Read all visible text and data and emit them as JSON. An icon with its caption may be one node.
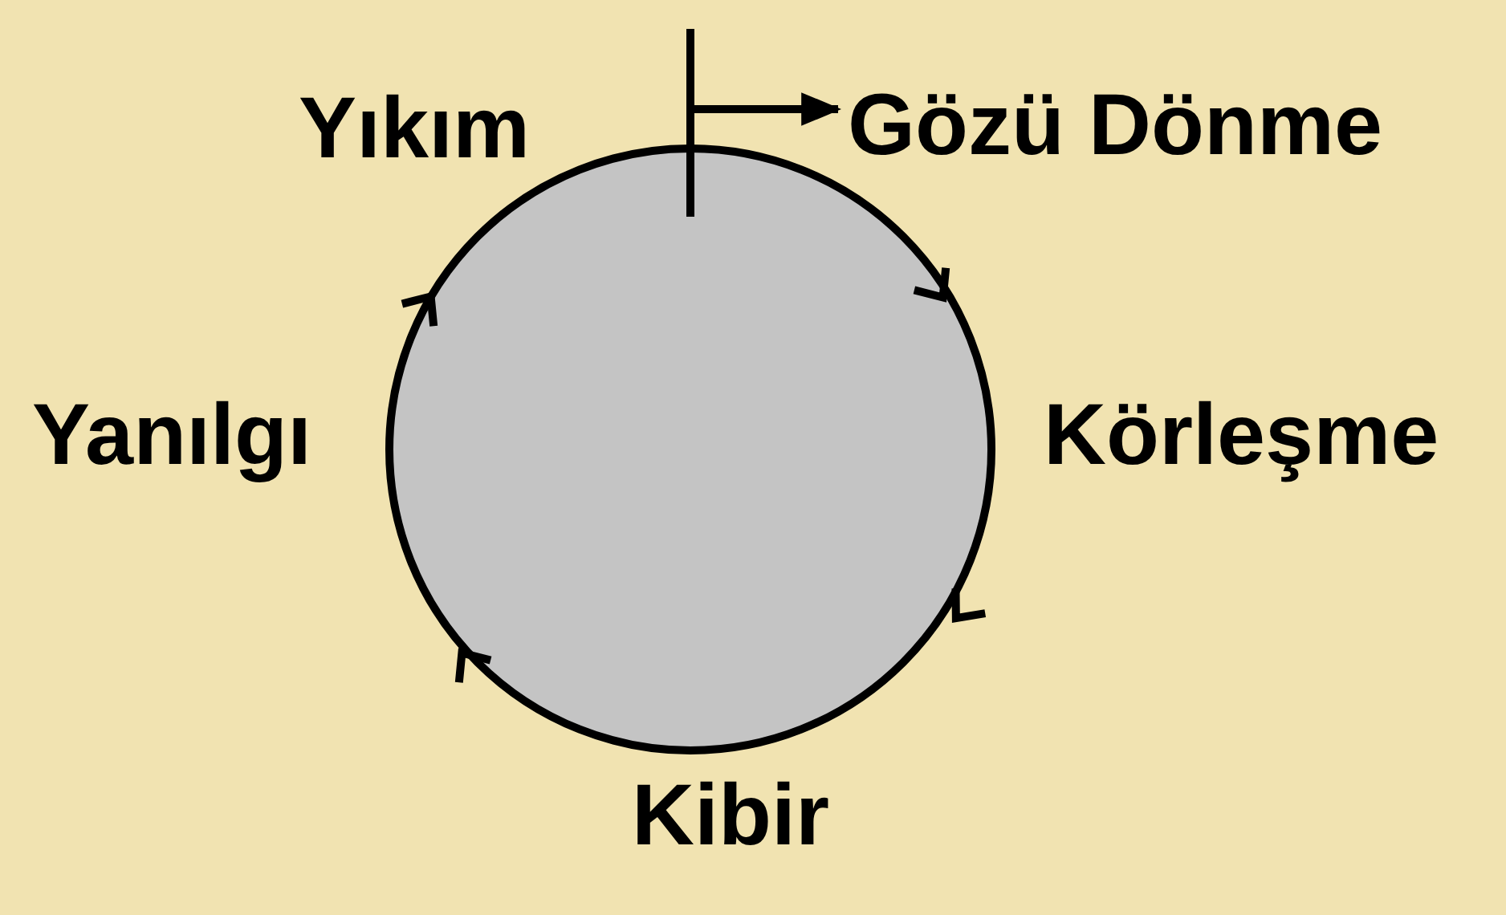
{
  "diagram": {
    "nodes": [
      {
        "text": [
          "Yıkım"
        ]
      },
      {
        "text": [
          "Gözü Dönme"
        ]
      },
      {
        "text": [
          "Körleşme"
        ]
      },
      {
        "text": [
          "Kibir"
        ]
      },
      {
        "text": [
          "Yanılgı"
        ]
      },
      {
        "text": [],
        "shape": "circle"
      }
    ],
    "edges": [
      {
        "from": 5,
        "to": 1,
        "arrow": "to"
      }
    ]
  }
}
